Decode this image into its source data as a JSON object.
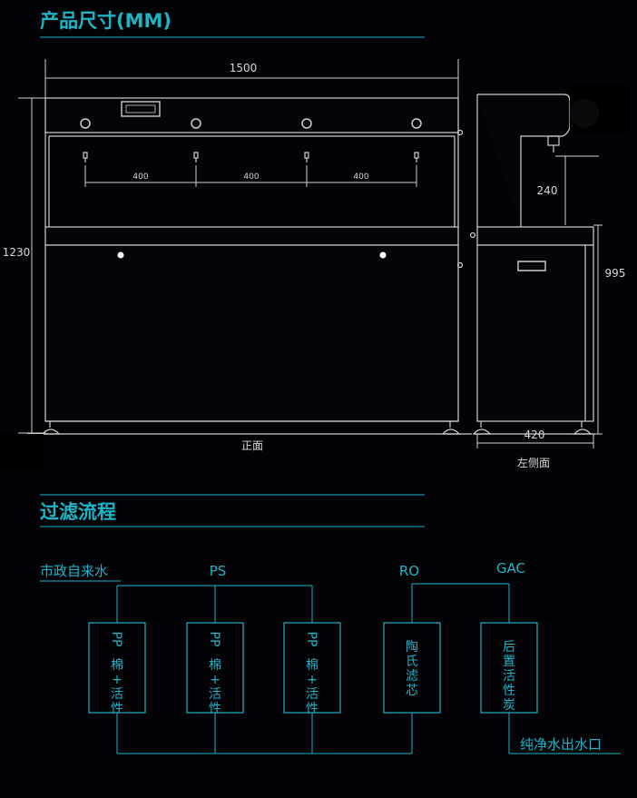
{
  "colors": {
    "background": "#030307",
    "accent": "#1fb3c4",
    "line": "#cfcfcf",
    "text": "#d8d8d8"
  },
  "section_dimensions": {
    "title": "产品尺寸(MM)"
  },
  "front_view": {
    "width": "1500",
    "height": "1230",
    "spacing": [
      "400",
      "400",
      "400"
    ],
    "caption": "正面"
  },
  "side_view": {
    "tap_height": "240",
    "counter_height": "995",
    "depth": "420",
    "caption": "左侧面"
  },
  "section_process": {
    "title": "过滤流程"
  },
  "process": {
    "source_label": "市政自来水",
    "ps_label": "PS",
    "ro_label": "RO",
    "gac_label": "GAC",
    "output_label": "纯净水出水口",
    "filters": [
      {
        "lines": [
          "PP",
          "棉",
          "+",
          "活",
          "性"
        ]
      },
      {
        "lines": [
          "PP",
          "棉",
          "+",
          "活",
          "性"
        ]
      },
      {
        "lines": [
          "PP",
          "棉",
          "+",
          "活",
          "性"
        ]
      },
      {
        "lines": [
          "陶",
          "氏",
          "滤",
          "芯"
        ]
      },
      {
        "lines": [
          "后",
          "置",
          "活",
          "性",
          "炭"
        ]
      }
    ]
  }
}
